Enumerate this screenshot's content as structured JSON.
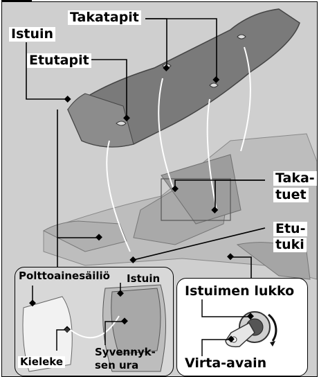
{
  "labels": {
    "istuin": "Istuin",
    "takatapit": "Takatapit",
    "etutapit": "Etutapit",
    "taka_line1": "Taka-",
    "taka_line2": "tuet",
    "etu_line1": "Etu-",
    "etu_line2": "tuki"
  },
  "inset_left": {
    "polttoainesailio": "Polttoainesäiliö",
    "istuin": "Istuin",
    "kieleke": "Kieleke",
    "syvennyksen_line1": "Syvennyk-",
    "syvennyksen_line2": "sen ura"
  },
  "inset_right": {
    "istuimen_lukko": "Istuimen lukko",
    "virta_avain": "Virta-avain"
  },
  "colors": {
    "background": "#cfcfcf",
    "seat": "#7a7a7a",
    "frame_line": "#000000",
    "label_bg": "#ffffff"
  }
}
